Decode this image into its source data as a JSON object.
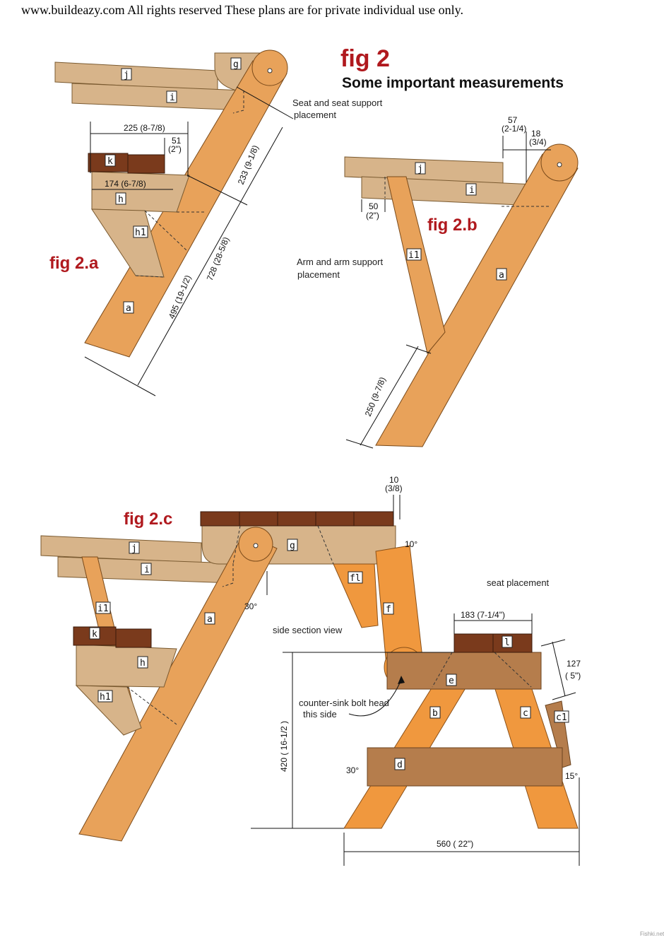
{
  "header": {
    "copyright": "www.buildeazy.com All rights reserved These plans are for private individual use only."
  },
  "fig2": {
    "title": "fig 2",
    "subtitle": "Some important measurements"
  },
  "fig2a": {
    "title": "fig 2.a",
    "note_line1": "Seat and seat support",
    "note_line2": "placement",
    "dims": {
      "d225": "225 (8-7/8)",
      "d51": "51",
      "d51in": "(2\")",
      "d174": "174 (6-7/8)",
      "d233": "233 (9-1/8)",
      "d728": "728 (28-5/8)",
      "d495": "495 (19-1/2)"
    },
    "parts": {
      "j": "j",
      "i": "i",
      "g": "g",
      "k": "k",
      "h": "h",
      "h1": "h1",
      "a": "a"
    }
  },
  "fig2b": {
    "title": "fig 2.b",
    "note_line1": "Arm and arm support",
    "note_line2": "placement",
    "dims": {
      "d57": "57",
      "d57in": "(2-1/4)",
      "d18": "18",
      "d18in": "(3/4)",
      "d50": "50",
      "d50in": "(2\")",
      "d250": "250 (9-7/8)"
    },
    "parts": {
      "j": "j",
      "i": "i",
      "i1": "i1",
      "a": "a"
    }
  },
  "fig2c": {
    "title": "fig 2.c",
    "side_section": "side section view",
    "seat_placement": "seat placement",
    "bolt_line1": "counter-sink bolt head",
    "bolt_line2": "this side",
    "dims": {
      "d10": "10",
      "d10in": "(3/8)",
      "a10": "10°",
      "a30a": "30°",
      "d183": "183 (7-1/4\")",
      "d127": "127",
      "d127in": "( 5\")",
      "d420": "420 ( 16-1/2 )",
      "a30b": "30°",
      "a15": "15°",
      "d560": "560 ( 22\")"
    },
    "parts": {
      "j": "j",
      "i": "i",
      "g": "g",
      "i1": "i1",
      "a": "a",
      "k": "k",
      "h": "h",
      "h1": "h1",
      "fl": "fl",
      "f": "f",
      "l": "l",
      "e": "e",
      "b": "b",
      "c": "c",
      "c1": "c1",
      "d": "d"
    }
  },
  "footer": {
    "watermark": "Fishki.net"
  },
  "colors": {
    "orange_wood": "#e8a25a",
    "light_wood": "#d7b48a",
    "dark_wood": "#7a3a1c",
    "mid_wood": "#b57d4c",
    "fig_title_red": "#b0191e"
  }
}
